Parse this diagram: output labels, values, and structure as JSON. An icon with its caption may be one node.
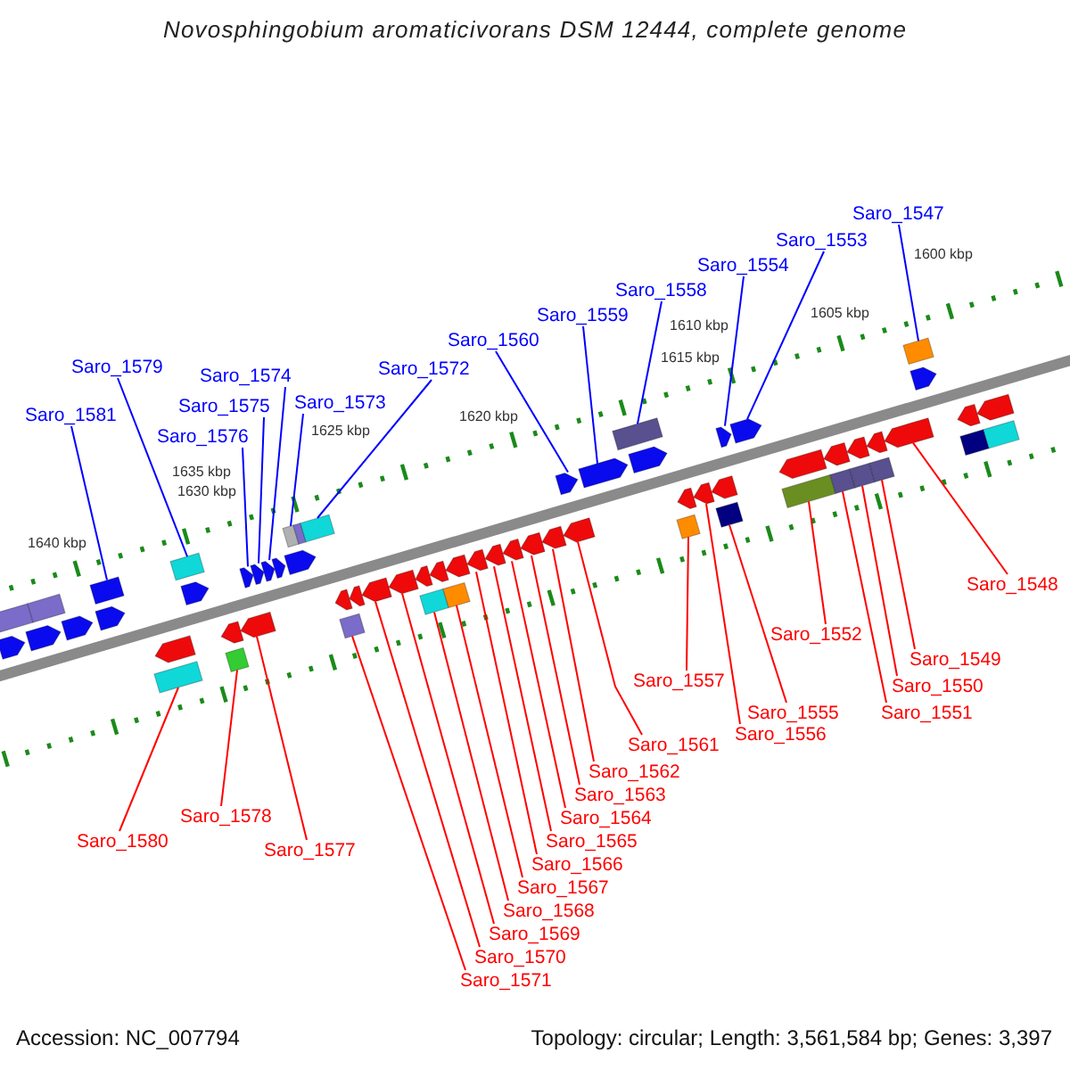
{
  "diagram": {
    "title": "Novosphingobium aromaticivorans DSM 12444, complete genome",
    "nodes": [
      {
        "text": [
          "Saro_1581"
        ]
      },
      {
        "text": [
          "Saro_1579"
        ]
      },
      {
        "text": [
          "Saro_1576"
        ]
      },
      {
        "text": [
          "Saro_1575"
        ]
      },
      {
        "text": [
          "Saro_1574"
        ]
      },
      {
        "text": [
          "Saro_1573"
        ]
      },
      {
        "text": [
          "Saro_1572"
        ]
      },
      {
        "text": [
          "Saro_1560"
        ]
      },
      {
        "text": [
          "Saro_1559"
        ]
      },
      {
        "text": [
          "Saro_1558"
        ]
      },
      {
        "text": [
          "Saro_1554"
        ]
      },
      {
        "text": [
          "Saro_1553"
        ]
      },
      {
        "text": [
          "Saro_1547"
        ]
      },
      {
        "text": [
          "Saro_1580"
        ]
      },
      {
        "text": [
          "Saro_1578"
        ]
      },
      {
        "text": [
          "Saro_1577"
        ]
      },
      {
        "text": [
          "Saro_1571"
        ]
      },
      {
        "text": [
          "Saro_1568"
        ]
      },
      {
        "text": [
          "Saro_1569"
        ]
      },
      {
        "text": [
          "Saro_1570"
        ]
      },
      {
        "text": [
          "Saro_1562"
        ]
      },
      {
        "text": [
          "Saro_1563"
        ]
      },
      {
        "text": [
          "Saro_1564"
        ]
      },
      {
        "text": [
          "Saro_1565"
        ]
      },
      {
        "text": [
          "Saro_1566"
        ]
      },
      {
        "text": [
          "Saro_1567"
        ]
      },
      {
        "text": [
          "Saro_1561"
        ]
      },
      {
        "text": [
          "Saro_1557"
        ]
      },
      {
        "text": [
          "Saro_1555"
        ]
      },
      {
        "text": [
          "Saro_1556"
        ]
      },
      {
        "text": [
          "Saro_1552"
        ]
      },
      {
        "text": [
          "Saro_1549"
        ]
      },
      {
        "text": [
          "Saro_1550"
        ]
      },
      {
        "text": [
          "Saro_1551"
        ]
      },
      {
        "text": [
          "Saro_1548"
        ]
      },
      {
        "text": [],
        "shape": "box"
      },
      {
        "text": [],
        "shape": "pentagon"
      },
      {
        "text": [],
        "shape": "pentagon"
      },
      {
        "text": [],
        "shape": "box"
      },
      {
        "text": [],
        "shape": "pentagon"
      },
      {
        "text": [],
        "shape": "box"
      },
      {
        "text": [],
        "shape": "pentagon"
      },
      {
        "text": [],
        "shape": "pentagon"
      },
      {
        "text": [],
        "shape": "box"
      },
      {
        "text": [],
        "shape": "box"
      },
      {
        "text": [],
        "shape": "pentagon"
      },
      {
        "text": [],
        "shape": "pentagon"
      },
      {
        "text": [],
        "shape": "box"
      },
      {
        "text": [],
        "shape": "pentagon"
      },
      {
        "text": [],
        "shape": "pentagon"
      },
      {
        "text": [],
        "shape": "pentagon"
      },
      {
        "text": [],
        "shape": "pentagon"
      },
      {
        "text": [],
        "shape": "pentagon"
      },
      {
        "text": [],
        "shape": "box"
      },
      {
        "text": [],
        "shape": "pentagon"
      },
      {
        "text": [],
        "shape": "box"
      },
      {
        "text": [],
        "shape": "box"
      },
      {
        "text": [],
        "shape": "pentagon"
      },
      {
        "text": [],
        "shape": "box"
      },
      {
        "text": [],
        "shape": "pentagon"
      },
      {
        "text": [],
        "shape": "pentagon"
      },
      {
        "text": [],
        "shape": "pentagon"
      },
      {
        "text": [],
        "shape": "pentagon"
      },
      {
        "text": [],
        "shape": "box"
      },
      {
        "text": [],
        "shape": "pentagon"
      },
      {
        "text": [],
        "shape": "box"
      },
      {
        "text": [],
        "shape": "pentagon"
      },
      {
        "text": [],
        "shape": "pentagon"
      },
      {
        "text": [],
        "shape": "pentagon"
      },
      {
        "text": [],
        "shape": "pentagon"
      },
      {
        "text": [],
        "shape": "pentagon"
      },
      {
        "text": [],
        "shape": "pentagon"
      },
      {
        "text": [],
        "shape": "pentagon"
      },
      {
        "text": [],
        "shape": "pentagon"
      },
      {
        "text": [],
        "shape": "pentagon"
      },
      {
        "text": [],
        "shape": "box"
      },
      {
        "text": [],
        "shape": "pentagon"
      },
      {
        "text": [],
        "shape": "pentagon"
      },
      {
        "text": [],
        "shape": "box"
      },
      {
        "text": [],
        "shape": "pentagon"
      },
      {
        "text": [],
        "shape": "pentagon"
      },
      {
        "text": [],
        "shape": "pentagon"
      },
      {
        "text": [],
        "shape": "box"
      },
      {
        "text": [],
        "shape": "pentagon"
      },
      {
        "text": [],
        "shape": "pentagon"
      },
      {
        "text": [],
        "shape": "box"
      },
      {
        "text": [],
        "shape": "pentagon"
      },
      {
        "text": [],
        "shape": "box"
      },
      {
        "text": [],
        "shape": "pentagon"
      },
      {
        "text": [],
        "shape": "box"
      },
      {
        "text": [],
        "shape": "pentagon"
      },
      {
        "text": [],
        "shape": "box"
      },
      {
        "text": [],
        "shape": "pentagon"
      },
      {
        "text": [],
        "shape": "box"
      },
      {
        "text": [],
        "shape": "pentagon"
      },
      {
        "text": [],
        "shape": "pentagon"
      },
      {
        "text": [],
        "shape": "box"
      },
      {
        "text": [],
        "shape": "pentagon"
      },
      {
        "text": [],
        "shape": "box"
      }
    ],
    "edges": [
      {
        "from": 0,
        "to": 40,
        "arrow": "none",
        "color": "#0000ff"
      },
      {
        "from": 1,
        "to": 44,
        "arrow": "none",
        "color": "#0000ff"
      },
      {
        "from": 2,
        "to": 49,
        "arrow": "none",
        "color": "#0000ff"
      },
      {
        "from": 3,
        "to": 50,
        "arrow": "none",
        "color": "#0000ff"
      },
      {
        "from": 4,
        "to": 51,
        "arrow": "none",
        "color": "#0000ff"
      },
      {
        "from": 5,
        "to": 53,
        "arrow": "none",
        "color": "#0000ff"
      },
      {
        "from": 6,
        "to": 56,
        "arrow": "none",
        "color": "#0000ff"
      },
      {
        "from": 7,
        "to": 72,
        "arrow": "none",
        "color": "#0000ff"
      },
      {
        "from": 8,
        "to": 74,
        "arrow": "none",
        "color": "#0000ff"
      },
      {
        "from": 9,
        "to": 75,
        "arrow": "none",
        "color": "#0000ff"
      },
      {
        "from": 10,
        "to": 81,
        "arrow": "none",
        "color": "#0000ff"
      },
      {
        "from": 11,
        "to": 83,
        "arrow": "none",
        "color": "#0000ff"
      },
      {
        "from": 12,
        "to": 93,
        "arrow": "none",
        "color": "#0000ff"
      },
      {
        "from": 13,
        "to": 43,
        "arrow": "none"
      },
      {
        "from": 14,
        "to": 47,
        "arrow": "none"
      },
      {
        "from": 15,
        "to": 48,
        "arrow": "none"
      },
      {
        "from": 16,
        "to": 58,
        "arrow": "none"
      },
      {
        "from": 17,
        "to": 63,
        "arrow": "none"
      },
      {
        "from": 18,
        "to": 61,
        "arrow": "none"
      },
      {
        "from": 19,
        "to": 60,
        "arrow": "none"
      },
      {
        "from": 20,
        "to": 71,
        "arrow": "none"
      },
      {
        "from": 21,
        "to": 70,
        "arrow": "none"
      },
      {
        "from": 22,
        "to": 69,
        "arrow": "none"
      },
      {
        "from": 23,
        "to": 68,
        "arrow": "none"
      },
      {
        "from": 24,
        "to": 67,
        "arrow": "none"
      },
      {
        "from": 25,
        "to": 65,
        "arrow": "none"
      },
      {
        "from": 26,
        "to": 73,
        "arrow": "none"
      },
      {
        "from": 27,
        "to": 78,
        "arrow": "none"
      },
      {
        "from": 28,
        "to": 82,
        "arrow": "none"
      },
      {
        "from": 29,
        "to": 79,
        "arrow": "none"
      },
      {
        "from": 30,
        "to": 85,
        "arrow": "none"
      },
      {
        "from": 31,
        "to": 91,
        "arrow": "none"
      },
      {
        "from": 32,
        "to": 89,
        "arrow": "none"
      },
      {
        "from": 33,
        "to": 87,
        "arrow": "none"
      },
      {
        "from": 34,
        "to": 92,
        "arrow": "none"
      }
    ],
    "labels": [
      "1600 kbp",
      "1605 kbp",
      "1610 kbp",
      "1615 kbp",
      "1620 kbp",
      "1625 kbp",
      "1630 kbp",
      "1635 kbp",
      "1640 kbp",
      "Accession: NC_007794",
      "Topology: circular; Length: 3,561,584 bp; Genes: 3,397"
    ]
  }
}
